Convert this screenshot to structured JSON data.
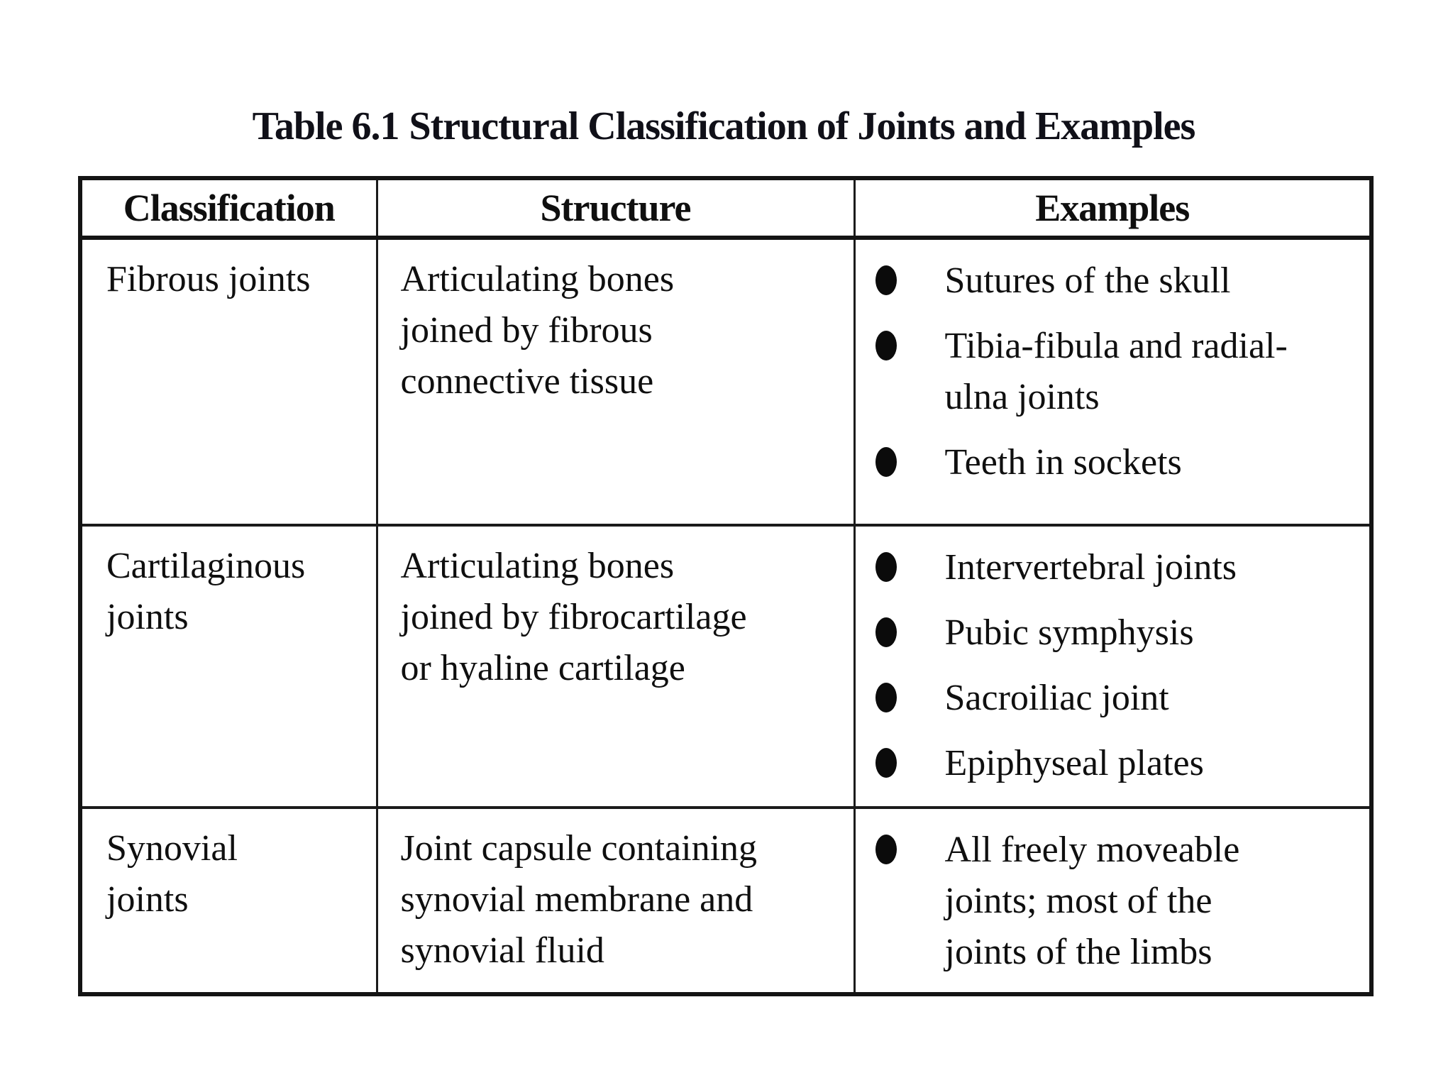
{
  "title": {
    "label": "Table 6.1",
    "text": "Structural Classification of Joints and Examples"
  },
  "table": {
    "headers": {
      "classification": "Classification",
      "structure": "Structure",
      "examples": "Examples"
    },
    "rows": [
      {
        "classification": "Fibrous joints",
        "structure": "Articulating bones\njoined by fibrous\nconnective tissue",
        "examples": [
          "Sutures of the skull",
          "Tibia-fibula and radial-\nulna joints",
          "Teeth in sockets"
        ]
      },
      {
        "classification": "Cartilaginous\njoints",
        "structure": "Articulating bones\njoined by fibrocartilage\nor hyaline cartilage",
        "examples": [
          "Intervertebral joints",
          "Pubic symphysis",
          "Sacroiliac joint",
          "Epiphyseal plates"
        ]
      },
      {
        "classification": "Synovial\njoints",
        "structure": "Joint capsule containing\nsynovial membrane and\nsynovial fluid",
        "examples": [
          "All freely moveable\njoints; most of the\njoints of the limbs"
        ]
      }
    ]
  },
  "colors": {
    "text": "#0f0f0f",
    "border": "#161616",
    "background": "#ffffff"
  }
}
